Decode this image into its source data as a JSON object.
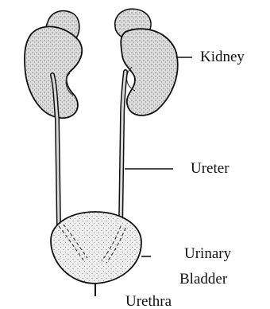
{
  "labels": {
    "kidney": "Kidney",
    "ureter": "Ureter",
    "urinary_bladder_line1": "Urinary",
    "urinary_bladder_line2": "Bladder",
    "urethra": "Urethra"
  },
  "colors": {
    "organ_fill": "#d6d6d6",
    "stipple": "#5a5a5a",
    "outline": "#111111",
    "background": "#ffffff"
  }
}
